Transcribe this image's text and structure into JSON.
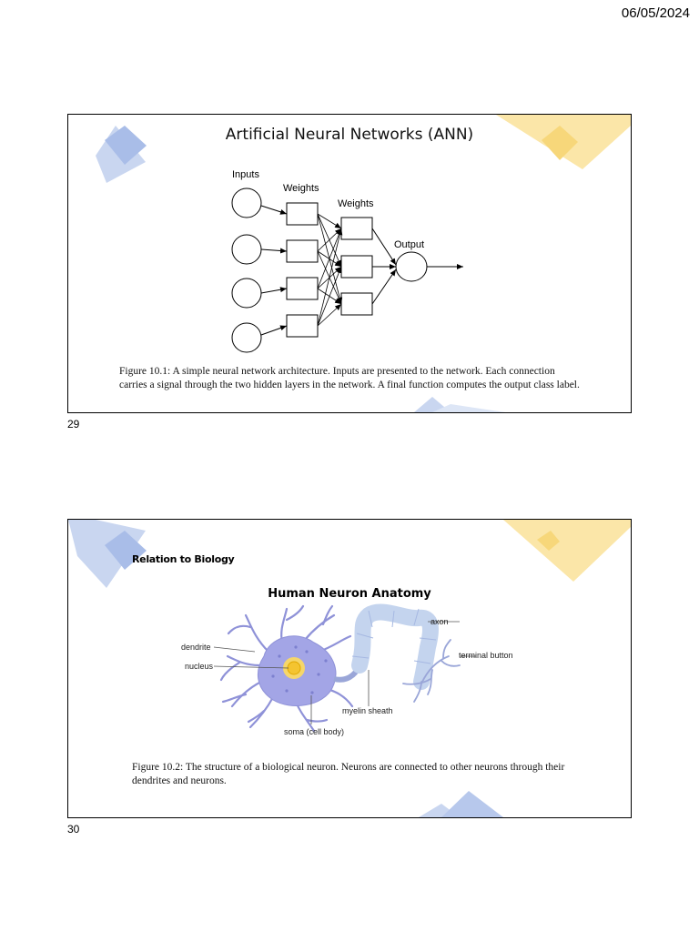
{
  "page": {
    "date": "06/05/2024"
  },
  "slides": [
    {
      "number": "29",
      "title": "Artificial Neural Networks (ANN)",
      "diagram": {
        "inputs_label": "Inputs",
        "weights1_label": "Weights",
        "weights2_label": "Weights",
        "output_label": "Output"
      },
      "caption": "Figure 10.1: A simple neural network architecture. Inputs are presented to the network. Each connection carries a signal through the two hidden layers in the network. A final function computes the output class label."
    },
    {
      "number": "30",
      "heading": "Relation to Biology",
      "title": "Human Neuron Anatomy",
      "labels": {
        "dendrite": "dendrite",
        "nucleus": "nucleus",
        "axon": "axon",
        "terminal_button": "terminal button",
        "myelin_sheath": "myelin sheath",
        "soma": "soma (cell body)"
      },
      "caption": "Figure 10.2: The structure of a biological neuron. Neurons are connected to other neurons through their dendrites and neurons."
    }
  ],
  "colors": {
    "deco_blue": "#c9d6f0",
    "deco_blue_dark": "#a9bde8",
    "deco_yellow": "#fbe6a8",
    "deco_yellow_dark": "#f7d77a",
    "neuron": "#9c9ee0",
    "nucleus": "#f4c430"
  }
}
